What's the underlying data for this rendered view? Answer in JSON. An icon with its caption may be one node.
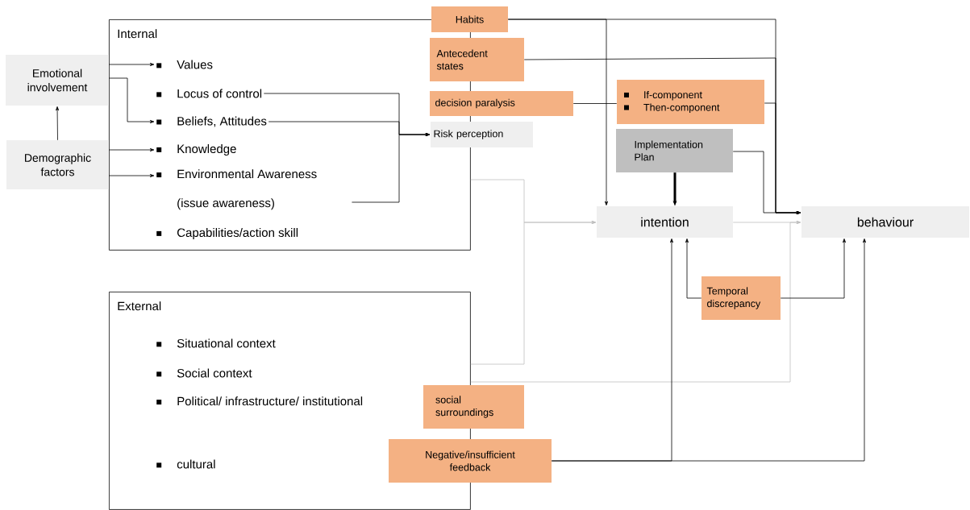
{
  "diagram": {
    "nodes": [
      {
        "text": [
          "Internal"
        ]
      },
      {
        "text": [
          "Values"
        ],
        "in": 0
      },
      {
        "text": [
          "Locus of control"
        ],
        "in": 0
      },
      {
        "text": [
          "Beliefs, Attitudes"
        ],
        "in": 0
      },
      {
        "text": [
          "Knowledge"
        ],
        "in": 0
      },
      {
        "text": [
          "Environmental Awareness (issue awareness)"
        ],
        "in": 0
      },
      {
        "text": [
          "Capabilities/action skill"
        ],
        "in": 0
      },
      {
        "text": [
          "Emotional involvement"
        ]
      },
      {
        "text": [
          "Demographic factors"
        ]
      },
      {
        "text": [
          "External"
        ]
      },
      {
        "text": [
          "Situational context"
        ],
        "in": 9
      },
      {
        "text": [
          "Social context"
        ],
        "in": 9
      },
      {
        "text": [
          "Political/ infrastructure/ institutional"
        ],
        "in": 9
      },
      {
        "text": [
          "cultural"
        ],
        "in": 9
      },
      {
        "text": [
          "Habits"
        ]
      },
      {
        "text": [
          "Antecedent states"
        ]
      },
      {
        "text": [
          "decision paralysis"
        ]
      },
      {
        "text": [
          "Risk perception"
        ]
      },
      {
        "text": [
          "If-component",
          "Then-component"
        ]
      },
      {
        "text": [
          "Implementation Plan"
        ]
      },
      {
        "text": [
          "intention"
        ]
      },
      {
        "text": [
          "behaviour"
        ]
      },
      {
        "text": [
          "Temporal discrepancy"
        ]
      },
      {
        "text": [
          "social surroundings"
        ]
      },
      {
        "text": [
          "Negative/insufficient feedback"
        ]
      }
    ],
    "edges": [
      {
        "from": 7,
        "to": 1,
        "arrow": "to"
      },
      {
        "from": 7,
        "to": 3,
        "arrow": "to"
      },
      {
        "from": 8,
        "to": 7,
        "arrow": "to"
      },
      {
        "from": 8,
        "to": 4,
        "arrow": "to"
      },
      {
        "from": 8,
        "to": 5,
        "arrow": "to"
      },
      {
        "from": 2,
        "to": 17,
        "arrow": "to"
      },
      {
        "from": 3,
        "to": 17,
        "arrow": "to"
      },
      {
        "from": 5,
        "to": 17,
        "arrow": "to"
      },
      {
        "from": 0,
        "to": 20,
        "arrow": "to",
        "color": "#bfbfbf"
      },
      {
        "from": 9,
        "to": 20,
        "arrow": "to",
        "color": "#bfbfbf"
      },
      {
        "from": 20,
        "to": 21,
        "arrow": "to",
        "color": "#bfbfbf"
      },
      {
        "from": 9,
        "to": 21,
        "arrow": "to",
        "color": "#bfbfbf"
      },
      {
        "from": 14,
        "to": 20,
        "arrow": "to"
      },
      {
        "from": 14,
        "to": 21,
        "arrow": "to"
      },
      {
        "from": 15,
        "to": 21,
        "arrow": "to"
      },
      {
        "from": 16,
        "to": 18,
        "arrow": "none"
      },
      {
        "from": 18,
        "to": 21,
        "arrow": "to"
      },
      {
        "from": 19,
        "to": 20,
        "arrow": "to",
        "style": "thick"
      },
      {
        "from": 19,
        "to": 21,
        "arrow": "to"
      },
      {
        "from": 22,
        "to": 20,
        "arrow": "to"
      },
      {
        "from": 22,
        "to": 21,
        "arrow": "to"
      },
      {
        "from": 24,
        "to": 20,
        "arrow": "to"
      },
      {
        "from": 24,
        "to": 21,
        "arrow": "to"
      }
    ]
  }
}
